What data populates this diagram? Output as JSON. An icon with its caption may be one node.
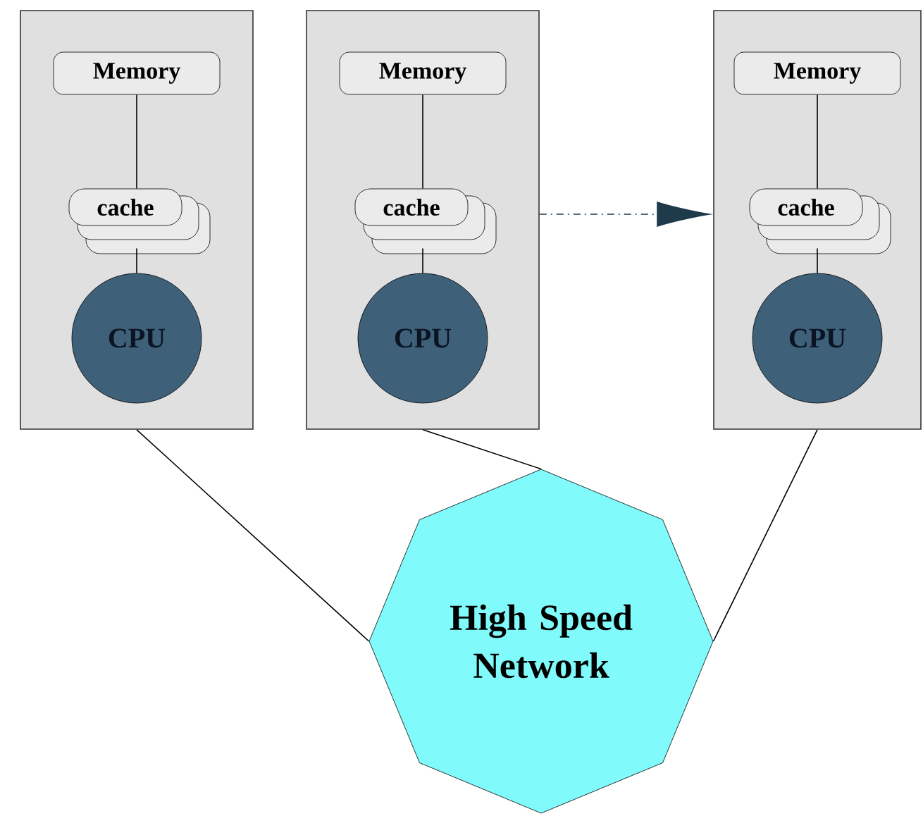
{
  "diagram": {
    "nodes": [
      {
        "text": [],
        "shape": "box"
      },
      {
        "text": [
          "Memory"
        ],
        "in": 0
      },
      {
        "text": [
          "cache"
        ],
        "in": 0
      },
      {
        "text": [
          "CPU"
        ],
        "in": 0
      },
      {
        "text": [],
        "shape": "box"
      },
      {
        "text": [
          "Memory"
        ],
        "in": 4
      },
      {
        "text": [
          "cache"
        ],
        "in": 4
      },
      {
        "text": [
          "CPU"
        ],
        "in": 4
      },
      {
        "text": [],
        "shape": "box"
      },
      {
        "text": [
          "Memory"
        ],
        "in": 8
      },
      {
        "text": [
          "cache"
        ],
        "in": 8
      },
      {
        "text": [
          "CPU"
        ],
        "in": 8
      },
      {
        "text": [
          "High Speed Network"
        ]
      }
    ],
    "edges": [
      {
        "from": 1,
        "to": 2,
        "arrow": "none"
      },
      {
        "from": 2,
        "to": 3,
        "arrow": "none"
      },
      {
        "from": 5,
        "to": 6,
        "arrow": "none"
      },
      {
        "from": 6,
        "to": 7,
        "arrow": "none"
      },
      {
        "from": 9,
        "to": 10,
        "arrow": "none"
      },
      {
        "from": 10,
        "to": 11,
        "arrow": "none"
      },
      {
        "from": 4,
        "to": 8,
        "arrow": "to",
        "style": "dashed",
        "color": "#1f3a4a"
      },
      {
        "from": 0,
        "to": 12,
        "arrow": "none"
      },
      {
        "from": 4,
        "to": 12,
        "arrow": "none"
      },
      {
        "from": 8,
        "to": 12,
        "arrow": "none"
      }
    ]
  }
}
